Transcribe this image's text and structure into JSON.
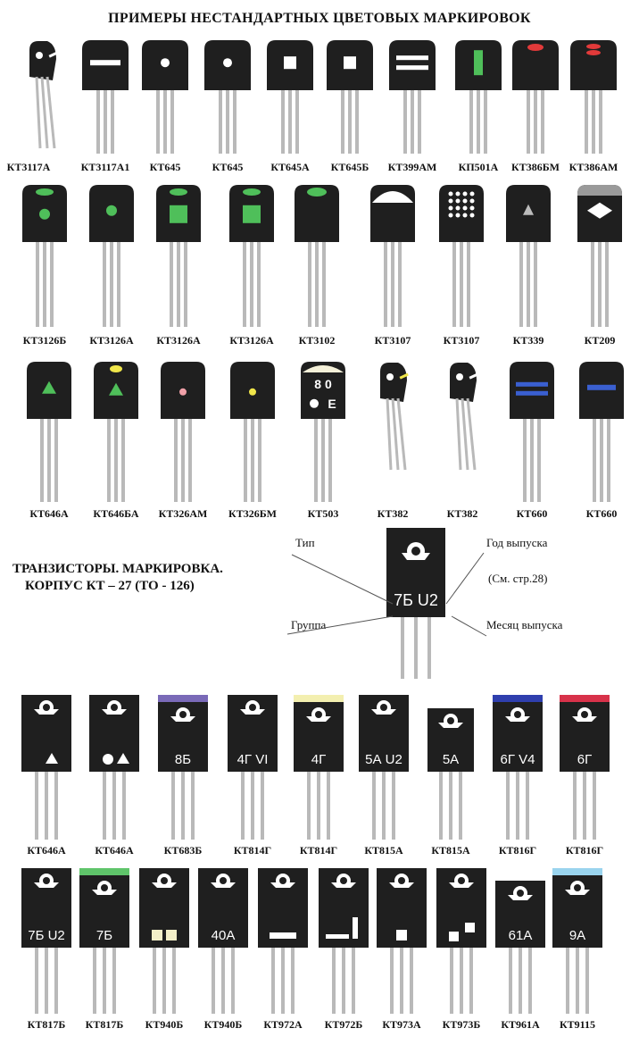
{
  "title": "ПРИМЕРЫ НЕСТАНДАРТНЫХ ЦВЕТОВЫХ МАРКИРОВОК",
  "section": {
    "line1": "ТРАНЗИСТОРЫ. МАРКИРОВКА.",
    "line2": "КОРПУС КТ – 27 (ТО - 126)"
  },
  "diagram": {
    "marking": "7Б  U2",
    "labels": {
      "type": "Тип",
      "group": "Группа",
      "year": "Год выпуска",
      "ref": "(См. стр.28)",
      "month": "Месяц выпуска"
    }
  },
  "row1": [
    {
      "name": "КТ3117А",
      "icon": "side-view-white-stripe"
    },
    {
      "name": "КТ3117А1",
      "icon": "white-bar"
    },
    {
      "name": "КТ645",
      "icon": "white-dot"
    },
    {
      "name": "КТ645",
      "icon": "white-dot"
    },
    {
      "name": "КТ645А",
      "icon": "white-square"
    },
    {
      "name": "КТ645Б",
      "icon": "white-square"
    },
    {
      "name": "КТ399АМ",
      "icon": "two-white-bars"
    },
    {
      "name": "КП501А",
      "icon": "green-vertical-bar"
    },
    {
      "name": "КТ386БМ",
      "icon": "red-top-oval"
    },
    {
      "name": "КТ386АМ",
      "icon": "two-red-dots"
    }
  ],
  "row2": [
    {
      "name": "КТ3126Б",
      "icon": "green-oval-green-dot"
    },
    {
      "name": "КТ3126А",
      "icon": "green-dot"
    },
    {
      "name": "КТ3126А",
      "icon": "green-oval-green-square"
    },
    {
      "name": "КТ3126А",
      "icon": "green-oval-green-square"
    },
    {
      "name": "КТ3102",
      "icon": "green-oval"
    },
    {
      "name": "КТ3107",
      "icon": "white-top-cap"
    },
    {
      "name": "КТ3107",
      "icon": "white-dot-grid"
    },
    {
      "name": "КТ339",
      "icon": "grey-triangle"
    },
    {
      "name": "КТ209",
      "icon": "grey-cap-white-diamond"
    }
  ],
  "row3": [
    {
      "name": "КТ646А",
      "icon": "green-triangle"
    },
    {
      "name": "КТ646БА",
      "icon": "yellow-oval-green-triangle"
    },
    {
      "name": "КТ326АМ",
      "icon": "pink-dot"
    },
    {
      "name": "КТ326БМ",
      "icon": "yellow-dot"
    },
    {
      "name": "КТ503",
      "icon": "text-80-E",
      "text1": "8  0",
      "text2": "E"
    },
    {
      "name": "КТ382",
      "icon": "side-view-yellow-stripe"
    },
    {
      "name": "КТ382",
      "icon": "side-view-white-stripe"
    },
    {
      "name": "КТ660",
      "icon": "two-blue-bars"
    },
    {
      "name": "КТ660",
      "icon": "blue-bar"
    }
  ],
  "row4": [
    {
      "name": "КТ646А",
      "text": "",
      "mark": "triangle",
      "band": ""
    },
    {
      "name": "КТ646А",
      "text": "",
      "mark": "dot-triangle",
      "band": ""
    },
    {
      "name": "КТ683Б",
      "text": "8Б",
      "mark": "",
      "band": "#7a6ab8"
    },
    {
      "name": "КТ814Г",
      "text": "4Г  VI",
      "mark": "",
      "band": ""
    },
    {
      "name": "КТ814Г",
      "text": "4Г",
      "mark": "",
      "band": "#f3efb0"
    },
    {
      "name": "КТ815А",
      "text": "5А  U2",
      "mark": "",
      "band": ""
    },
    {
      "name": "КТ815А",
      "text": "5А",
      "mark": "",
      "band": ""
    },
    {
      "name": "КТ816Г",
      "text": "6Г  V4",
      "mark": "",
      "band": "#2f3fae"
    },
    {
      "name": "КТ816Г",
      "text": "6Г",
      "mark": "",
      "band": "#d8324a"
    }
  ],
  "row5": [
    {
      "name": "КТ817Б",
      "text": "7Б  U2",
      "mark": "",
      "band": ""
    },
    {
      "name": "КТ817Б",
      "text": "7Б",
      "mark": "",
      "band": "#5fc46a"
    },
    {
      "name": "КТ940Б",
      "text": "",
      "mark": "two-squares",
      "band": ""
    },
    {
      "name": "КТ940Б",
      "text": "40А",
      "mark": "",
      "band": ""
    },
    {
      "name": "КТ972А",
      "text": "",
      "mark": "bar",
      "band": ""
    },
    {
      "name": "КТ972Б",
      "text": "",
      "mark": "bar-vbar",
      "band": ""
    },
    {
      "name": "КТ973А",
      "text": "",
      "mark": "square",
      "band": ""
    },
    {
      "name": "КТ973Б",
      "text": "",
      "mark": "two-squares-offset",
      "band": ""
    },
    {
      "name": "КТ961А",
      "text": "61А",
      "mark": "",
      "band": ""
    },
    {
      "name": "КТ9115",
      "text": "9А",
      "mark": "",
      "band": "#9ad4ee"
    }
  ],
  "colors": {
    "body": "#1f1f1f",
    "lead": "#b9b9b9",
    "green": "#4fbf5a",
    "red": "#e23a3a",
    "blue": "#3a5fd0",
    "yellow": "#f0e64a",
    "pink": "#f0a0a8",
    "grey": "#9a9a9a"
  }
}
